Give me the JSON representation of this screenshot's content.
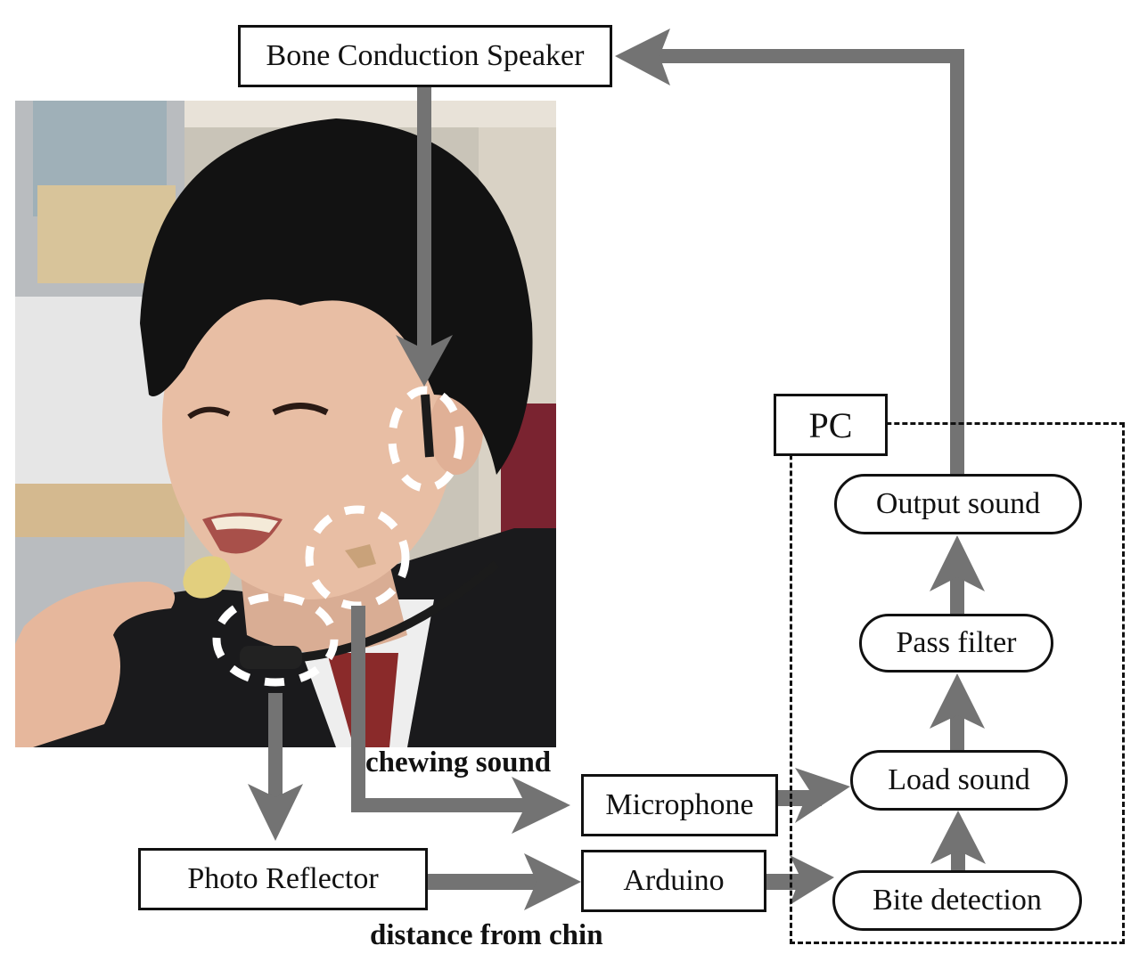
{
  "diagram": {
    "title": "Bite detection and chewing sound feedback system",
    "nodes": {
      "bone_speaker": "Bone Conduction Speaker",
      "pc": "PC",
      "output_sound": "Output sound",
      "pass_filter": "Pass filter",
      "load_sound": "Load sound",
      "bite_detection": "Bite detection",
      "microphone": "Microphone",
      "arduino": "Arduino",
      "photo_reflector": "Photo Reflector"
    },
    "edge_labels": {
      "chewing_sound": "chewing sound",
      "distance_from_chin": "distance from chin"
    },
    "edges": [
      {
        "from": "Output sound",
        "to": "Bone Conduction Speaker"
      },
      {
        "from": "Bone Conduction Speaker",
        "to": "ear (photo)"
      },
      {
        "from": "cheek microphone (photo)",
        "to": "Microphone",
        "label": "chewing sound"
      },
      {
        "from": "chin sensor (photo)",
        "to": "Photo Reflector"
      },
      {
        "from": "Photo Reflector",
        "to": "Arduino",
        "label": "distance from chin"
      },
      {
        "from": "Microphone",
        "to": "Load sound"
      },
      {
        "from": "Arduino",
        "to": "Bite detection"
      },
      {
        "from": "Bite detection",
        "to": "Load sound"
      },
      {
        "from": "Load sound",
        "to": "Pass filter"
      },
      {
        "from": "Pass filter",
        "to": "Output sound"
      }
    ],
    "photo": {
      "description": "Person eating a potato chip wearing a bone conduction speaker, cheek microphone and chin photo reflector",
      "highlights": [
        "ear speaker",
        "cheek microphone",
        "chin photo reflector"
      ]
    },
    "colors": {
      "arrow": "#737373",
      "border": "#111111",
      "highlight": "#ffffff"
    }
  }
}
